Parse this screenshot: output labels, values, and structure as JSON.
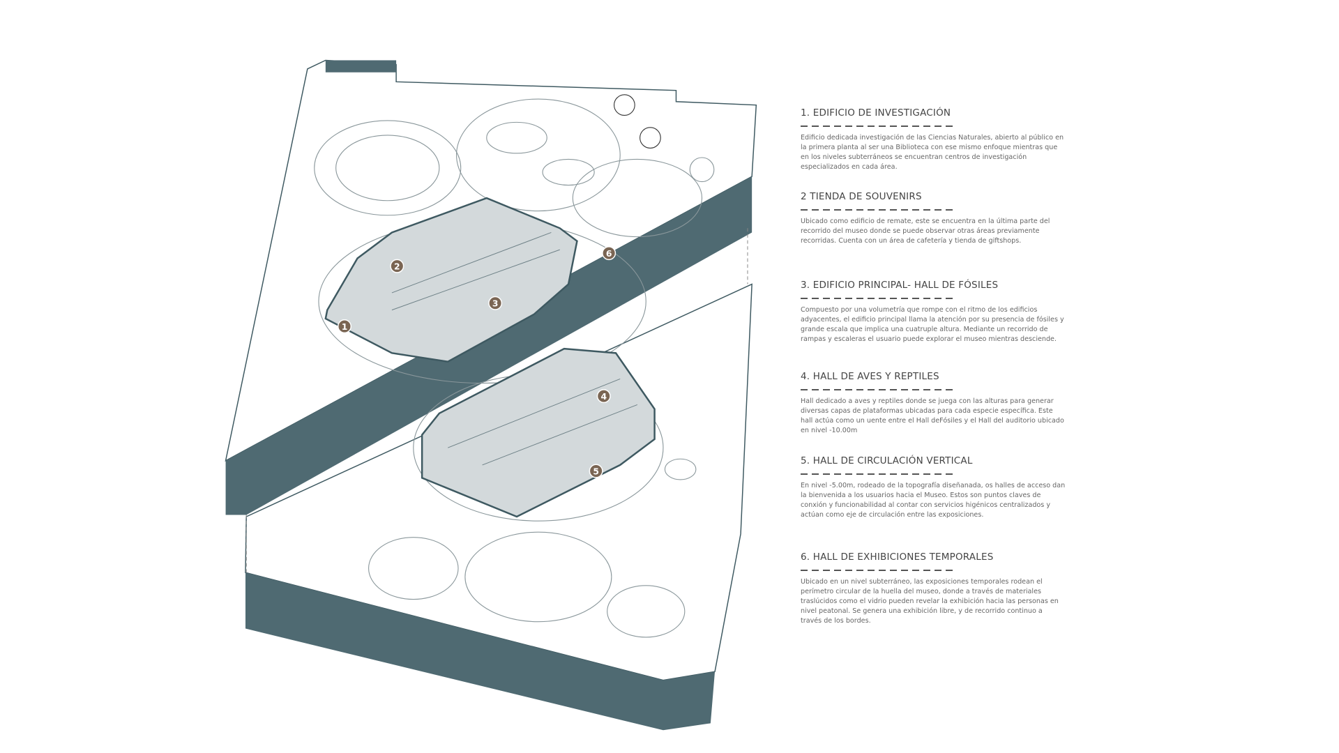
{
  "diagram": {
    "colors": {
      "slab_side": "#4f6a72",
      "building_fill": "#d3d9db",
      "outline": "#3e5961",
      "badge": "#7a6553",
      "line": "#9aa6aa"
    },
    "badges": [
      "1",
      "2",
      "3",
      "4",
      "5",
      "6"
    ]
  },
  "legend": [
    {
      "title": "1. EDIFICIO DE INVESTIGACIÓN",
      "text": "Edificio dedicada investigación de las Ciencias Naturales, abierto al público en la primera planta al ser una Biblioteca con ese mismo enfoque mientras que en los niveles subterráneos se encuentran centros de investigación especializados en cada área."
    },
    {
      "title": "2 TIENDA DE SOUVENIRS",
      "text": "Ubicado como edificio de remate, este se encuentra en la última parte del recorrido del museo donde se puede observar otras áreas previamente recorridas. Cuenta con un área de cafetería y tienda de giftshops."
    },
    {
      "title": "3. EDIFICIO PRINCIPAL- HALL DE FÓSILES",
      "text": "Compuesto por una volumetría que rompe con el ritmo de los edificios adyacentes, el edificio principal llama la atención por su presencia de fósiles y grande escala que implica una cuatruple altura. Mediante un recorrido de rampas y escaleras el usuario puede explorar el museo mientras desciende."
    },
    {
      "title": "4. HALL DE AVES Y REPTILES",
      "text": "Hall dedicado a aves y reptiles donde se juega con las alturas para generar diversas capas de plataformas ubicadas para cada especie específica. Este hall actúa como un uente entre el Hall deFósiles y el Hall del auditorio ubicado en nivel -10.00m"
    },
    {
      "title": "5. HALL DE CIRCULACIÓN VERTICAL",
      "text": "En nivel -5.00m, rodeado de la topografía diseñanada, os halles de acceso dan la bienvenida a los usuarios hacia el Museo. Estos son puntos claves de conxión y funcionabilidad al contar con servicios higénicos centralizados y actúan como eje de circulación entre las exposiciones."
    },
    {
      "title": "6. HALL DE EXHIBICIONES TEMPORALES",
      "text": "Ubicado en un nivel subterráneo, las exposiciones temporales rodean el perímetro circular de la huella del museo, donde a través de materiales traslúcidos como el vidrio pueden revelar la exhibición hacia las personas en nivel peatonal. Se genera una exhibición libre, y de recorrido continuo a través de los bordes."
    }
  ]
}
